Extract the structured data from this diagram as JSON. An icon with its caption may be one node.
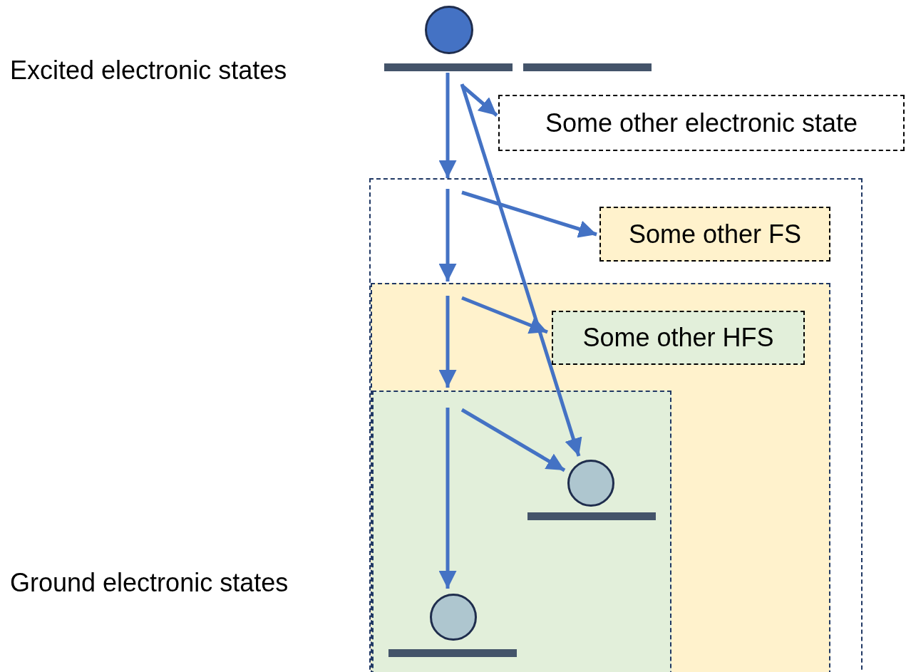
{
  "diagram": {
    "nodes": [
      {
        "text": [],
        "shape": "circle"
      },
      {
        "text": [],
        "shape": "bar"
      },
      {
        "text": [],
        "shape": "bar"
      },
      {
        "text": [
          "Some other electronic state"
        ]
      },
      {
        "text": [],
        "shape": "box"
      },
      {
        "text": [
          "Some other FS"
        ],
        "in": 4
      },
      {
        "text": [],
        "shape": "box",
        "in": 4
      },
      {
        "text": [
          "Some other HFS"
        ],
        "in": 6
      },
      {
        "text": [],
        "shape": "box",
        "in": 6
      },
      {
        "text": [],
        "shape": "circle",
        "in": 8
      },
      {
        "text": [],
        "shape": "bar",
        "in": 8
      },
      {
        "text": [],
        "shape": "circle",
        "in": 8
      },
      {
        "text": [],
        "shape": "bar",
        "in": 8
      }
    ],
    "edges": [
      {
        "from": 1,
        "to": 3,
        "arrow": "to"
      },
      {
        "from": 1,
        "to": 9,
        "arrow": "to"
      },
      {
        "from": 1,
        "to": 4,
        "arrow": "to"
      },
      {
        "from": 4,
        "to": 5,
        "arrow": "to"
      },
      {
        "from": 4,
        "to": 6,
        "arrow": "to"
      },
      {
        "from": 6,
        "to": 7,
        "arrow": "to"
      },
      {
        "from": 6,
        "to": 8,
        "arrow": "to"
      },
      {
        "from": 8,
        "to": 9,
        "arrow": "to"
      },
      {
        "from": 8,
        "to": 11,
        "arrow": "to"
      }
    ],
    "labels": [
      "Excited electronic states",
      "Ground electronic states"
    ]
  }
}
